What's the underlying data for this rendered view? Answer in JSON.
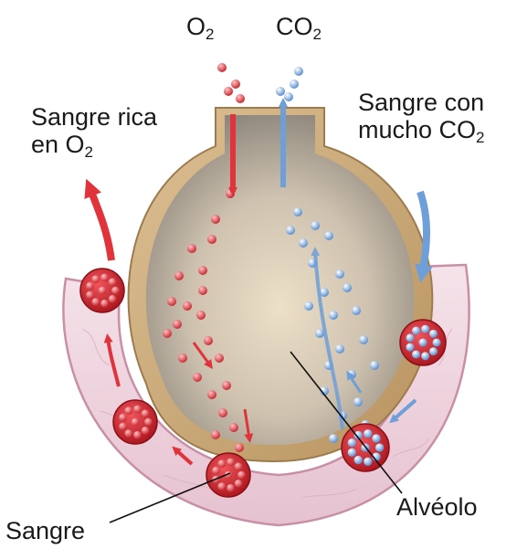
{
  "labels": {
    "o2_top": {
      "text": "O",
      "sub": "2"
    },
    "co2_top": {
      "text": "CO",
      "sub": "2"
    },
    "rich_blood_line1": "Sangre rica",
    "rich_blood_line2": {
      "text": "en O",
      "sub": "2"
    },
    "co2_blood_line1": "Sangre con",
    "co2_blood_line2": {
      "text": "mucho CO",
      "sub": "2"
    },
    "alveolus": "Alvéolo",
    "blood": "Sangre"
  },
  "colors": {
    "oxygen_red": "#e0333b",
    "co2_blue": "#6f9fd8",
    "alveolus_wall": "#c9a777",
    "alveolus_inner": "#b3a99a",
    "capillary_fill": "#ecd2dd",
    "capillary_edge": "#c98fa6",
    "red_cell": "#d6242c"
  },
  "icons": [
    "oxygen-molecule-icon",
    "carbon-dioxide-molecule-icon",
    "red-blood-cell-icon"
  ]
}
